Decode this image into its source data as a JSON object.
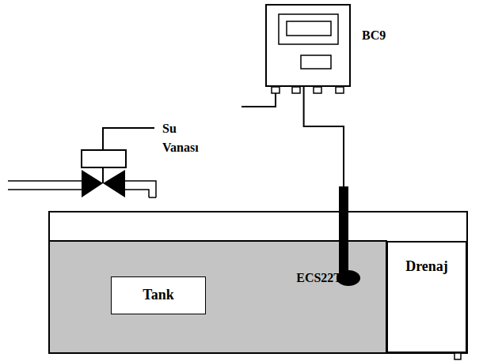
{
  "diagram": {
    "nodes": [
      {
        "text": [
          "BC9"
        ]
      },
      {
        "text": [
          "Tank"
        ]
      },
      {
        "text": [
          "ECS22T"
        ]
      },
      {
        "text": [
          "Drenaj"
        ]
      }
    ],
    "edges": [
      {
        "from": 0,
        "to": 2,
        "arrow": "none"
      }
    ],
    "labels": [
      "Su Vanası"
    ]
  }
}
